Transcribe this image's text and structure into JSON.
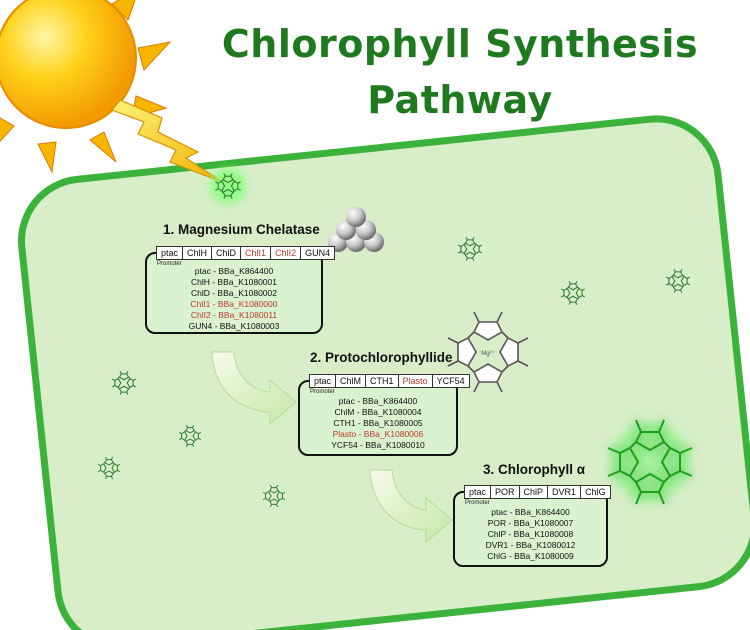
{
  "title": {
    "line1": "Chlorophyll Synthesis",
    "line2": "Pathway"
  },
  "colors": {
    "title": "#1f7a1f",
    "cell_fill": "#d7eec9",
    "cell_border": "#3bb33b",
    "highlight": "#c0392b"
  },
  "stages": [
    {
      "title": "1. Magnesium Chelatase",
      "promoter_label": "Promoter",
      "parts": [
        {
          "label": "ptac",
          "highlight": false
        },
        {
          "label": "ChlH",
          "highlight": false
        },
        {
          "label": "ChlD",
          "highlight": false
        },
        {
          "label": "ChlI1",
          "highlight": true
        },
        {
          "label": "ChlI2",
          "highlight": true
        },
        {
          "label": "GUN4",
          "highlight": false
        }
      ],
      "entries": [
        {
          "text": "ptac - BBa_K864400",
          "highlight": false
        },
        {
          "text": "ChlH - BBa_K1080001",
          "highlight": false
        },
        {
          "text": "ChlD - BBa_K1080002",
          "highlight": false
        },
        {
          "text": "ChlI1 - BBa_K1080000",
          "highlight": true
        },
        {
          "text": "ChlI2 - BBa_K1080011",
          "highlight": true
        },
        {
          "text": "GUN4 - BBa_K1080003",
          "highlight": false
        }
      ]
    },
    {
      "title": "2. Protochlorophyllide",
      "promoter_label": "Promoter",
      "parts": [
        {
          "label": "ptac",
          "highlight": false
        },
        {
          "label": "ChlM",
          "highlight": false
        },
        {
          "label": "CTH1",
          "highlight": false
        },
        {
          "label": "Plasto",
          "highlight": true
        },
        {
          "label": "YCF54",
          "highlight": false
        }
      ],
      "entries": [
        {
          "text": "ptac - BBa_K864400",
          "highlight": false
        },
        {
          "text": "ChlM - BBa_K1080004",
          "highlight": false
        },
        {
          "text": "CTH1 - BBa_K1080005",
          "highlight": false
        },
        {
          "text": "Plasto - BBa_K1080006",
          "highlight": true
        },
        {
          "text": "YCF54 - BBa_K1080010",
          "highlight": false
        }
      ]
    },
    {
      "title": "3. Chlorophyll α",
      "promoter_label": "Promoter",
      "parts": [
        {
          "label": "ptac",
          "highlight": false
        },
        {
          "label": "POR",
          "highlight": false
        },
        {
          "label": "ChlP",
          "highlight": false
        },
        {
          "label": "DVR1",
          "highlight": false
        },
        {
          "label": "ChlG",
          "highlight": false
        }
      ],
      "entries": [
        {
          "text": "ptac - BBa_K864400",
          "highlight": false
        },
        {
          "text": "POR - BBa_K1080007",
          "highlight": false
        },
        {
          "text": "ChlP - BBa_K1080008",
          "highlight": false
        },
        {
          "text": "DVR1 - BBa_K1080012",
          "highlight": false
        },
        {
          "text": "ChlG - BBa_K1080009",
          "highlight": false
        }
      ]
    }
  ],
  "molecule_label": "Mg²⁺",
  "icons": [
    "sun-icon",
    "lightning-bolt-icon",
    "magnesium-atoms-icon",
    "porphyrin-molecule-icon",
    "chlorophyll-molecule-icon",
    "curved-arrow-icon"
  ]
}
